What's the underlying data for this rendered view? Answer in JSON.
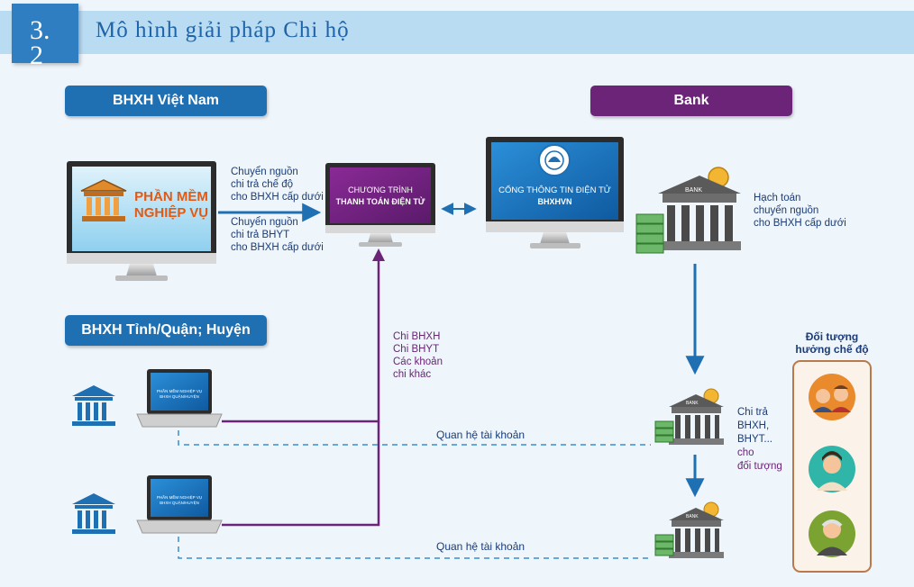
{
  "header": {
    "section_number": "3.\n2",
    "title": "Mô hình giải pháp Chi hộ"
  },
  "labels": {
    "bhxh_vietnam": "BHXH Việt Nam",
    "bank": "Bank",
    "bhxh_local": "BHXH Tỉnh/Quận; Huyện",
    "beneficiaries": "Đối tượng\nhưởng chế độ"
  },
  "monitors": {
    "software_line1": "PHẦN MỀM",
    "software_line2": "NGHIỆP VỤ",
    "payment_line1": "CHƯƠNG TRÌNH",
    "payment_line2": "THANH TOÁN ĐIỆN TỬ",
    "portal_line1": "CỔNG THÔNG TIN ĐIỆN TỬ",
    "portal_line2": "BHXHVN"
  },
  "laptops": {
    "line1": "PHẦN MỀM NGHIỆP VỤ",
    "line2": "BHXH QUẬN/HUYỆN"
  },
  "bank_sign": "BANK",
  "notes": {
    "transfer_regime": "Chuyển nguồn\nchi trả chế độ\ncho BHXH cấp dưới",
    "transfer_bhyt": "Chuyển nguồn\nchi trả BHYT\ncho BHXH cấp dưới",
    "bank_accounting": "Hạch toán\nchuyển nguồn\ncho BHXH cấp dưới",
    "payments": "Chi BHXH\nChi BHYT\nCác khoản\nchi khác",
    "pay_recipients_line1": "Chi trả",
    "pay_recipients_line2": "BHXH,",
    "pay_recipients_line3": "BHYT...",
    "pay_recipients_line4": "cho",
    "pay_recipients_line5": "đối tượng",
    "account_relation_1": "Quan hệ tài khoản",
    "account_relation_2": "Quan hệ tài khoản"
  },
  "colors": {
    "blue": "#1f6fb3",
    "purple": "#6b2478",
    "navy": "#1b3c77",
    "header": "#b9dcf3",
    "box_border": "#b87a4b"
  }
}
